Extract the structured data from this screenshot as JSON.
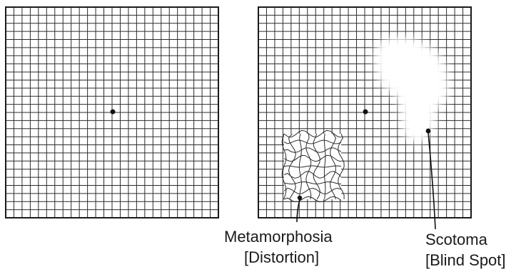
{
  "panels": [
    {
      "id": "normal",
      "grid_lines": 26,
      "has_fixation_dot": true
    },
    {
      "id": "affected",
      "grid_lines": 26,
      "has_fixation_dot": true
    }
  ],
  "annotations": {
    "metamorphosia": {
      "line1": "Metamorphosia",
      "line2": "[Distortion]"
    },
    "scotoma": {
      "line1": "Scotoma",
      "line2": "[Blind Spot]"
    }
  },
  "colors": {
    "grid": "#2b2b2b",
    "background": "#ffffff",
    "blind_spot": "#ffffff"
  }
}
